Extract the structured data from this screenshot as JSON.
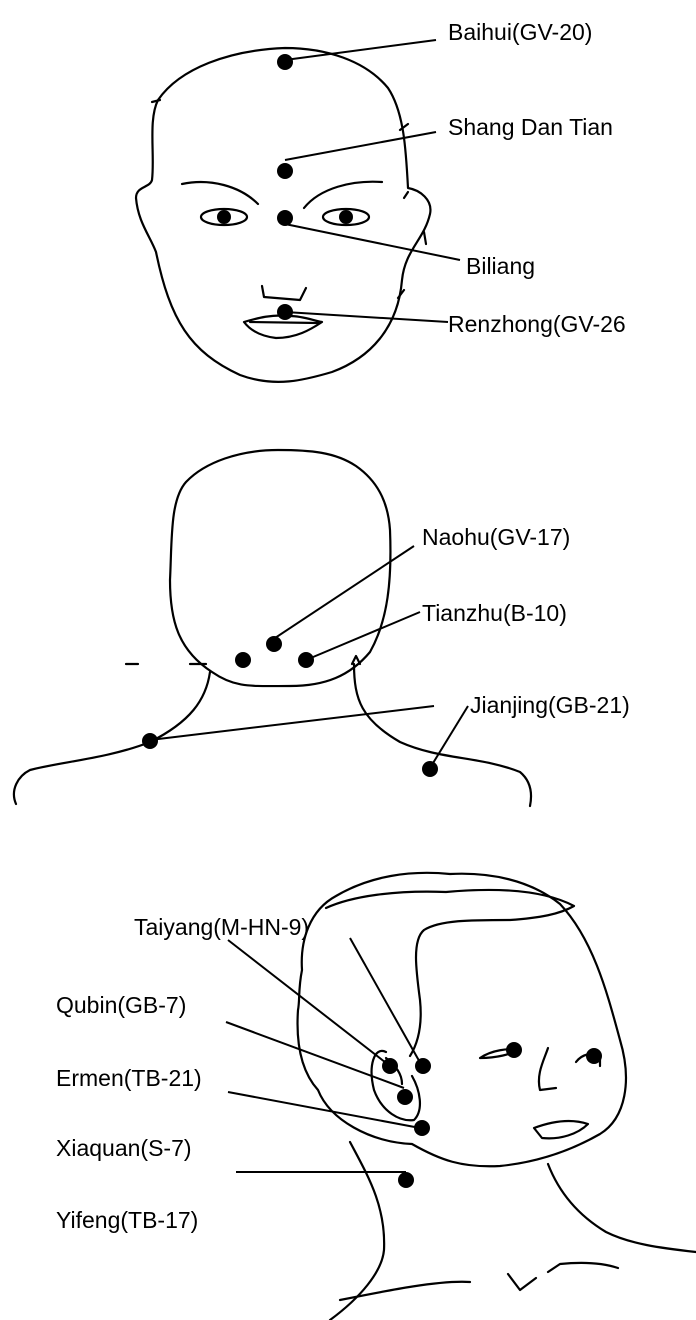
{
  "diagram": {
    "front_face": {
      "points": [
        {
          "id": "baihui",
          "label": "Baihui(GV-20)"
        },
        {
          "id": "shang-dan-tian",
          "label": "Shang Dan Tian"
        },
        {
          "id": "biliang",
          "label": "Biliang"
        },
        {
          "id": "renzhong",
          "label": "Renzhong(GV-26"
        }
      ]
    },
    "back_head": {
      "points": [
        {
          "id": "naohu",
          "label": "Naohu(GV-17)"
        },
        {
          "id": "tianzhu",
          "label": "Tianzhu(B-10)"
        },
        {
          "id": "jianjing",
          "label": "Jianjing(GB-21)"
        }
      ]
    },
    "side_head": {
      "points": [
        {
          "id": "taiyang",
          "label": "Taiyang(M-HN-9)"
        },
        {
          "id": "qubin",
          "label": "Qubin(GB-7)"
        },
        {
          "id": "ermen",
          "label": "Ermen(TB-21)"
        },
        {
          "id": "xiaquan",
          "label": "Xiaquan(S-7)"
        },
        {
          "id": "yifeng",
          "label": "Yifeng(TB-17)"
        }
      ]
    }
  }
}
